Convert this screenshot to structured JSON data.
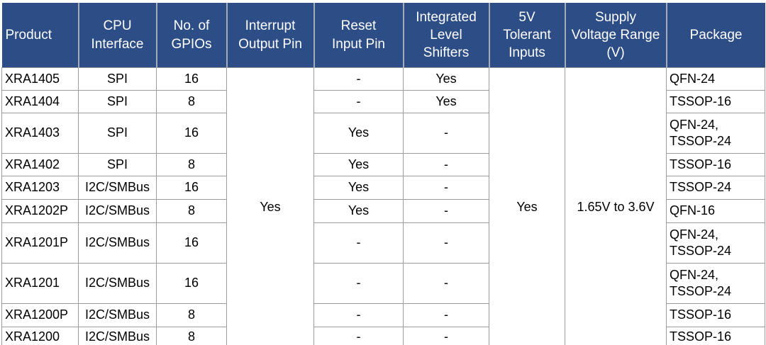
{
  "colors": {
    "header_bg": "#2d4d87",
    "header_text": "#ffffff",
    "body_text": "#000000",
    "grid_border": "#9b9b9b",
    "bottom_bar": "#2d4d87"
  },
  "headers": {
    "product": "Product",
    "cpu_interface": "CPU\nInterface",
    "gpios": "No. of\nGPIOs",
    "interrupt": "Interrupt\nOutput Pin",
    "reset": "Reset\nInput Pin",
    "shifters": "Integrated\nLevel\nShifters",
    "tolerant": "5V\nTolerant\nInputs",
    "supply": "Supply\nVoltage Range\n(V)",
    "package": "Package"
  },
  "merged": {
    "interrupt_output_pin": "Yes",
    "tolerant_inputs": "Yes",
    "supply_voltage_range": "1.65V to 3.6V"
  },
  "rows": [
    {
      "product": "XRA1405",
      "cpu": "SPI",
      "gpios": "16",
      "reset": "-",
      "shifters": "Yes",
      "package": "QFN-24"
    },
    {
      "product": "XRA1404",
      "cpu": "SPI",
      "gpios": "8",
      "reset": "-",
      "shifters": "Yes",
      "package": "TSSOP-16"
    },
    {
      "product": "XRA1403",
      "cpu": "SPI",
      "gpios": "16",
      "reset": "Yes",
      "shifters": "-",
      "package": "QFN-24,\nTSSOP-24"
    },
    {
      "product": "XRA1402",
      "cpu": "SPI",
      "gpios": "8",
      "reset": "Yes",
      "shifters": "-",
      "package": "TSSOP-16"
    },
    {
      "product": "XRA1203",
      "cpu": "I2C/SMBus",
      "gpios": "16",
      "reset": "Yes",
      "shifters": "-",
      "package": "TSSOP-24"
    },
    {
      "product": "XRA1202P",
      "cpu": "I2C/SMBus",
      "gpios": "8",
      "reset": "Yes",
      "shifters": "-",
      "package": "QFN-16"
    },
    {
      "product": "XRA1201P",
      "cpu": "I2C/SMBus",
      "gpios": "16",
      "reset": "-",
      "shifters": "-",
      "package": "QFN-24,\nTSSOP-24"
    },
    {
      "product": "XRA1201",
      "cpu": "I2C/SMBus",
      "gpios": "16",
      "reset": "-",
      "shifters": "-",
      "package": "QFN-24,\nTSSOP-24"
    },
    {
      "product": "XRA1200P",
      "cpu": "I2C/SMBus",
      "gpios": "8",
      "reset": "-",
      "shifters": "-",
      "package": "TSSOP-16"
    },
    {
      "product": "XRA1200",
      "cpu": "I2C/SMBus",
      "gpios": "8",
      "reset": "-",
      "shifters": "-",
      "package": "TSSOP-16"
    }
  ],
  "chart_data": {
    "type": "table",
    "title": "",
    "columns": [
      "Product",
      "CPU Interface",
      "No. of GPIOs",
      "Interrupt Output Pin",
      "Reset Input Pin",
      "Integrated Level Shifters",
      "5V Tolerant Inputs",
      "Supply Voltage Range (V)",
      "Package"
    ],
    "rows": [
      [
        "XRA1405",
        "SPI",
        "16",
        "Yes",
        "-",
        "Yes",
        "Yes",
        "1.65V to 3.6V",
        "QFN-24"
      ],
      [
        "XRA1404",
        "SPI",
        "8",
        "Yes",
        "-",
        "Yes",
        "Yes",
        "1.65V to 3.6V",
        "TSSOP-16"
      ],
      [
        "XRA1403",
        "SPI",
        "16",
        "Yes",
        "Yes",
        "-",
        "Yes",
        "1.65V to 3.6V",
        "QFN-24, TSSOP-24"
      ],
      [
        "XRA1402",
        "SPI",
        "8",
        "Yes",
        "Yes",
        "-",
        "Yes",
        "1.65V to 3.6V",
        "TSSOP-16"
      ],
      [
        "XRA1203",
        "I2C/SMBus",
        "16",
        "Yes",
        "Yes",
        "-",
        "Yes",
        "1.65V to 3.6V",
        "TSSOP-24"
      ],
      [
        "XRA1202P",
        "I2C/SMBus",
        "8",
        "Yes",
        "Yes",
        "-",
        "Yes",
        "1.65V to 3.6V",
        "QFN-16"
      ],
      [
        "XRA1201P",
        "I2C/SMBus",
        "16",
        "Yes",
        "-",
        "-",
        "Yes",
        "1.65V to 3.6V",
        "QFN-24, TSSOP-24"
      ],
      [
        "XRA1201",
        "I2C/SMBus",
        "16",
        "Yes",
        "-",
        "-",
        "Yes",
        "1.65V to 3.6V",
        "QFN-24, TSSOP-24"
      ],
      [
        "XRA1200P",
        "I2C/SMBus",
        "8",
        "Yes",
        "-",
        "-",
        "Yes",
        "1.65V to 3.6V",
        "TSSOP-16"
      ],
      [
        "XRA1200",
        "I2C/SMBus",
        "8",
        "Yes",
        "-",
        "-",
        "Yes",
        "1.65V to 3.6V",
        "TSSOP-16"
      ]
    ],
    "merged_columns": {
      "Interrupt Output Pin": "Yes (all rows, merged cell)",
      "5V Tolerant Inputs": "Yes (all rows, merged cell)",
      "Supply Voltage Range (V)": "1.65V to 3.6V (all rows, merged cell)"
    }
  }
}
